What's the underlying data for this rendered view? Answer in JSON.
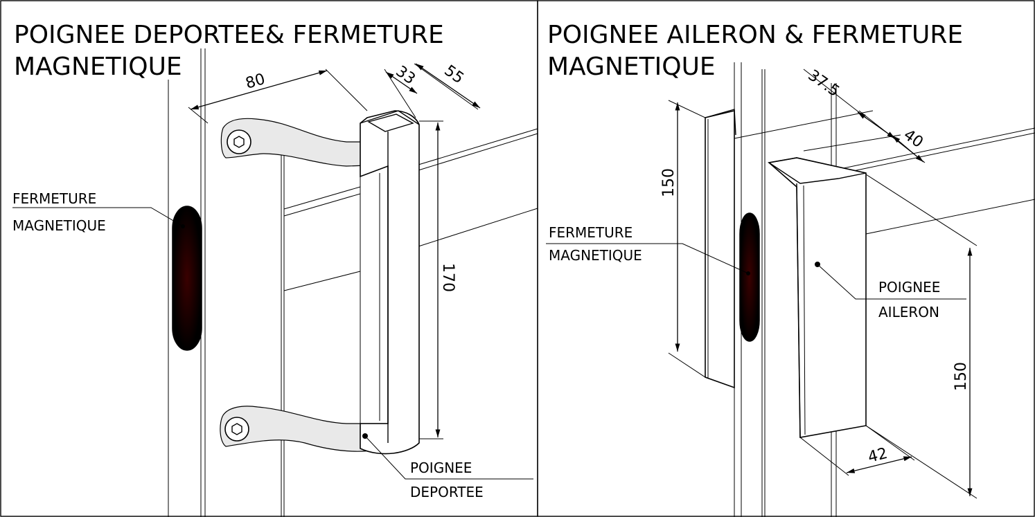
{
  "panels": [
    {
      "title_line1": "POIGNEE DEPORTEE& FERMETURE",
      "title_line2": "MAGNETIQUE",
      "labels": {
        "fermeture_1": "FERMETURE",
        "fermeture_2": "MAGNETIQUE",
        "poignee_1": "POIGNEE",
        "poignee_2": "DEPORTEE"
      },
      "dimensions": {
        "width": "80",
        "depth_a": "33",
        "depth_b": "55",
        "height": "170"
      }
    },
    {
      "title_line1": "POIGNEE AILERON & FERMETURE",
      "title_line2": "MAGNETIQUE",
      "labels": {
        "fermeture_1": "FERMETURE",
        "fermeture_2": "MAGNETIQUE",
        "poignee_1": "POIGNEE",
        "poignee_2": "AILERON"
      },
      "dimensions": {
        "depth_a": "37.5",
        "depth_b": "40",
        "height_left": "150",
        "height_right": "150",
        "width": "42"
      }
    }
  ],
  "colors": {
    "magnet": "#000000",
    "line": "#000000",
    "background": "#ffffff"
  }
}
